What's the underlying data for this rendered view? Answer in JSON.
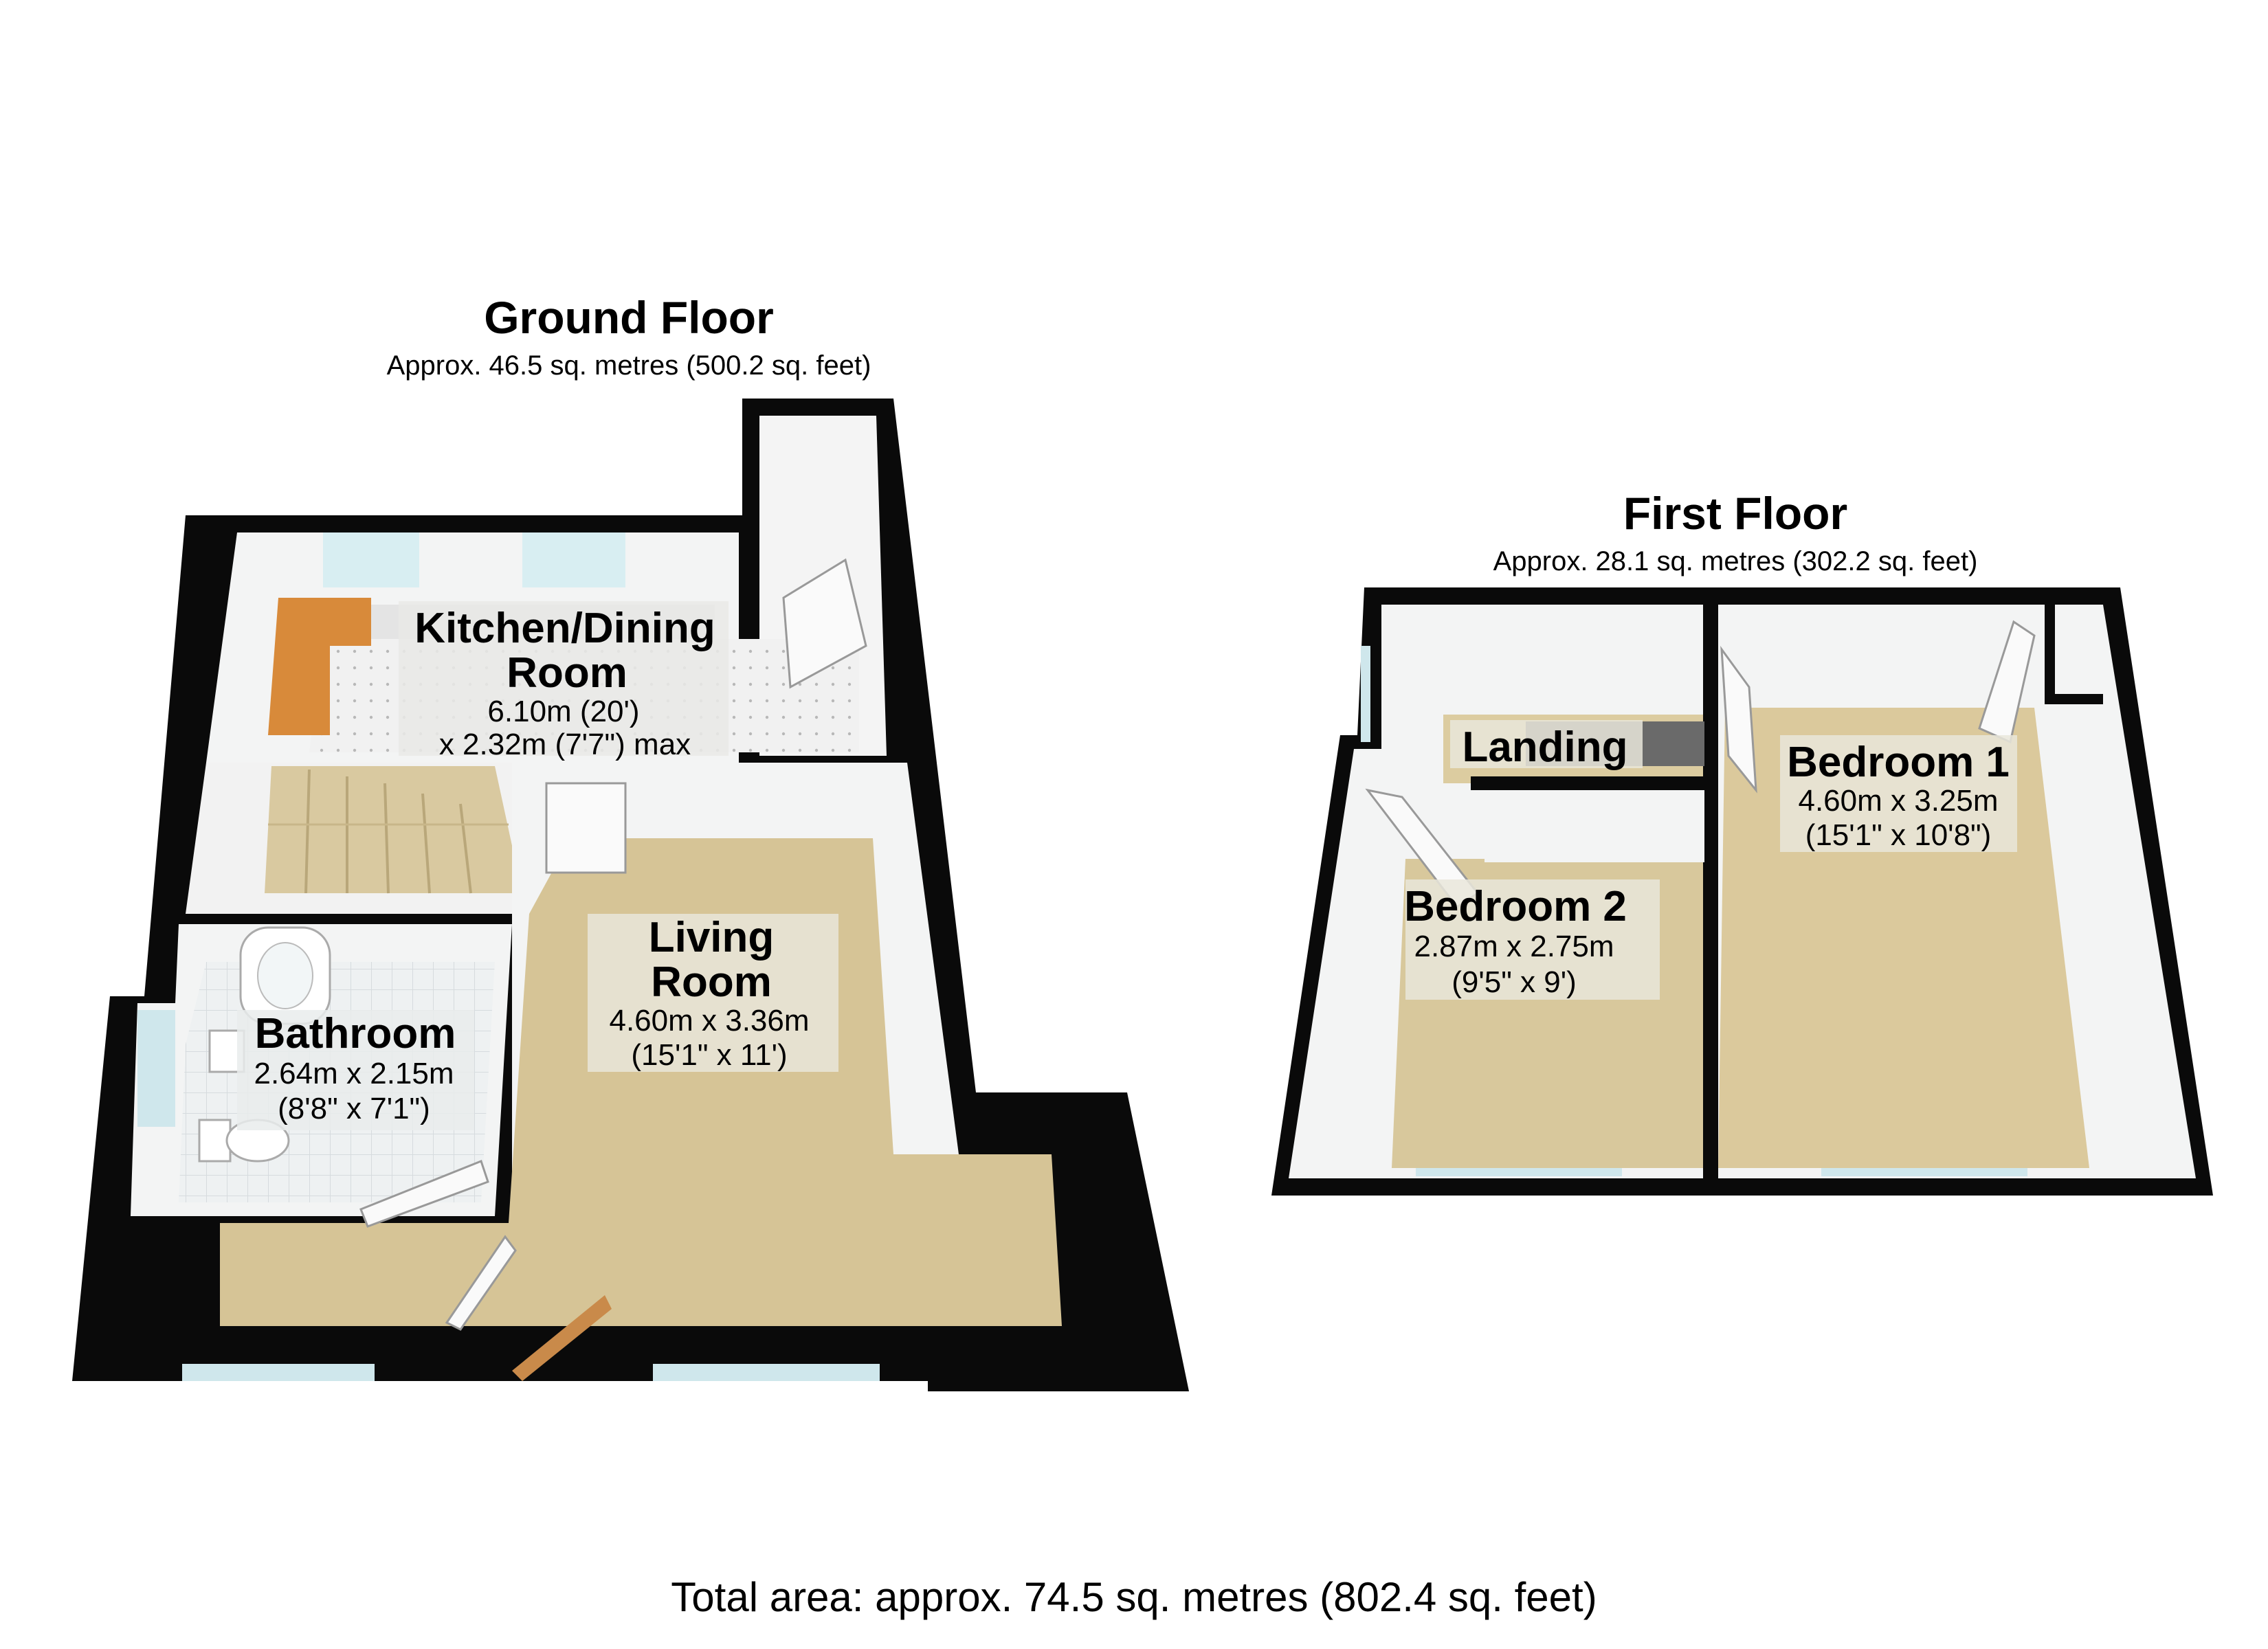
{
  "colors": {
    "wall": "#0a0a0a",
    "wall_face": "#f3f4f4",
    "carpet": "#d6c496",
    "carpet_light": "#dfd1a6",
    "bath_floor": "#e8ecee",
    "kitchen_floor": "#efefef",
    "worktop": "#d88a3a",
    "stairs": "#d9c9a0",
    "label_bg": "#e9e9e6",
    "window": "#cfe7ec"
  },
  "ground_floor": {
    "title": "Ground Floor",
    "area": "Approx. 46.5 sq. metres (500.2 sq. feet)",
    "rooms": {
      "kitchen": {
        "name_line1": "Kitchen/Dining",
        "name_line2": "Room",
        "dim_line1": "6.10m (20')",
        "dim_line2": "x 2.32m (7'7\") max"
      },
      "living": {
        "name_line1": "Living",
        "name_line2": "Room",
        "dim_line1": "4.60m x 3.36m",
        "dim_line2": "(15'1\" x 11')"
      },
      "bathroom": {
        "name": "Bathroom",
        "dim_line1": "2.64m x 2.15m",
        "dim_line2": "(8'8\" x 7'1\")"
      }
    }
  },
  "first_floor": {
    "title": "First Floor",
    "area": "Approx. 28.1 sq. metres (302.2 sq. feet)",
    "rooms": {
      "landing": {
        "name": "Landing"
      },
      "bedroom1": {
        "name": "Bedroom 1",
        "dim_line1": "4.60m x 3.25m",
        "dim_line2": "(15'1\" x 10'8\")"
      },
      "bedroom2": {
        "name": "Bedroom 2",
        "dim_line1": "2.87m x 2.75m",
        "dim_line2": "(9'5\" x 9')"
      }
    }
  },
  "total_area": "Total area: approx. 74.5 sq. metres (802.4 sq. feet)"
}
